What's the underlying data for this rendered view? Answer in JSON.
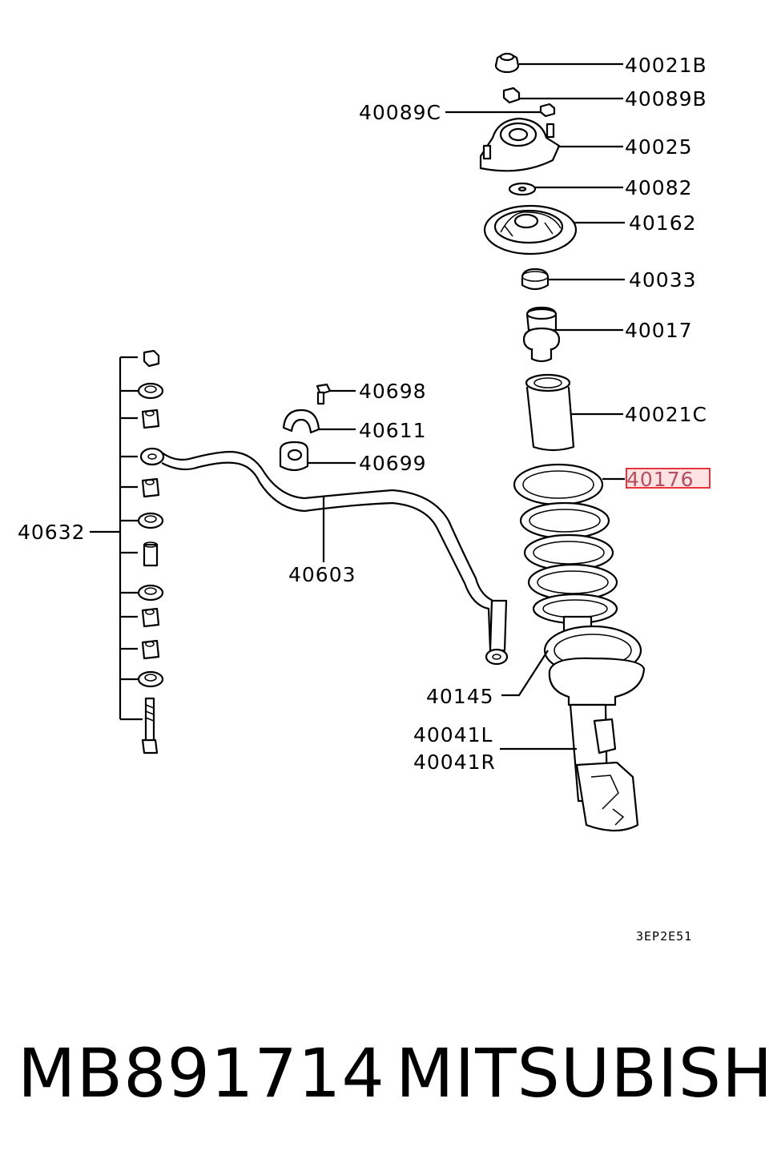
{
  "diagram": {
    "labels": {
      "p40021B": "40021B",
      "p40089B": "40089B",
      "p40089C": "40089C",
      "p40025": "40025",
      "p40082": "40082",
      "p40162": "40162",
      "p40033": "40033",
      "p40017": "40017",
      "p40021C": "40021C",
      "p40176": "40176",
      "p40698": "40698",
      "p40611": "40611",
      "p40699": "40699",
      "p40632": "40632",
      "p40603": "40603",
      "p40145": "40145",
      "p40041L": "40041L",
      "p40041R": "40041R"
    },
    "highlighted_part": "40176",
    "highlight_color": "#e8343c",
    "diagram_code": "3EP2E51"
  },
  "footer": {
    "part_number": "MB891714",
    "brand": "MITSUBISHI"
  }
}
